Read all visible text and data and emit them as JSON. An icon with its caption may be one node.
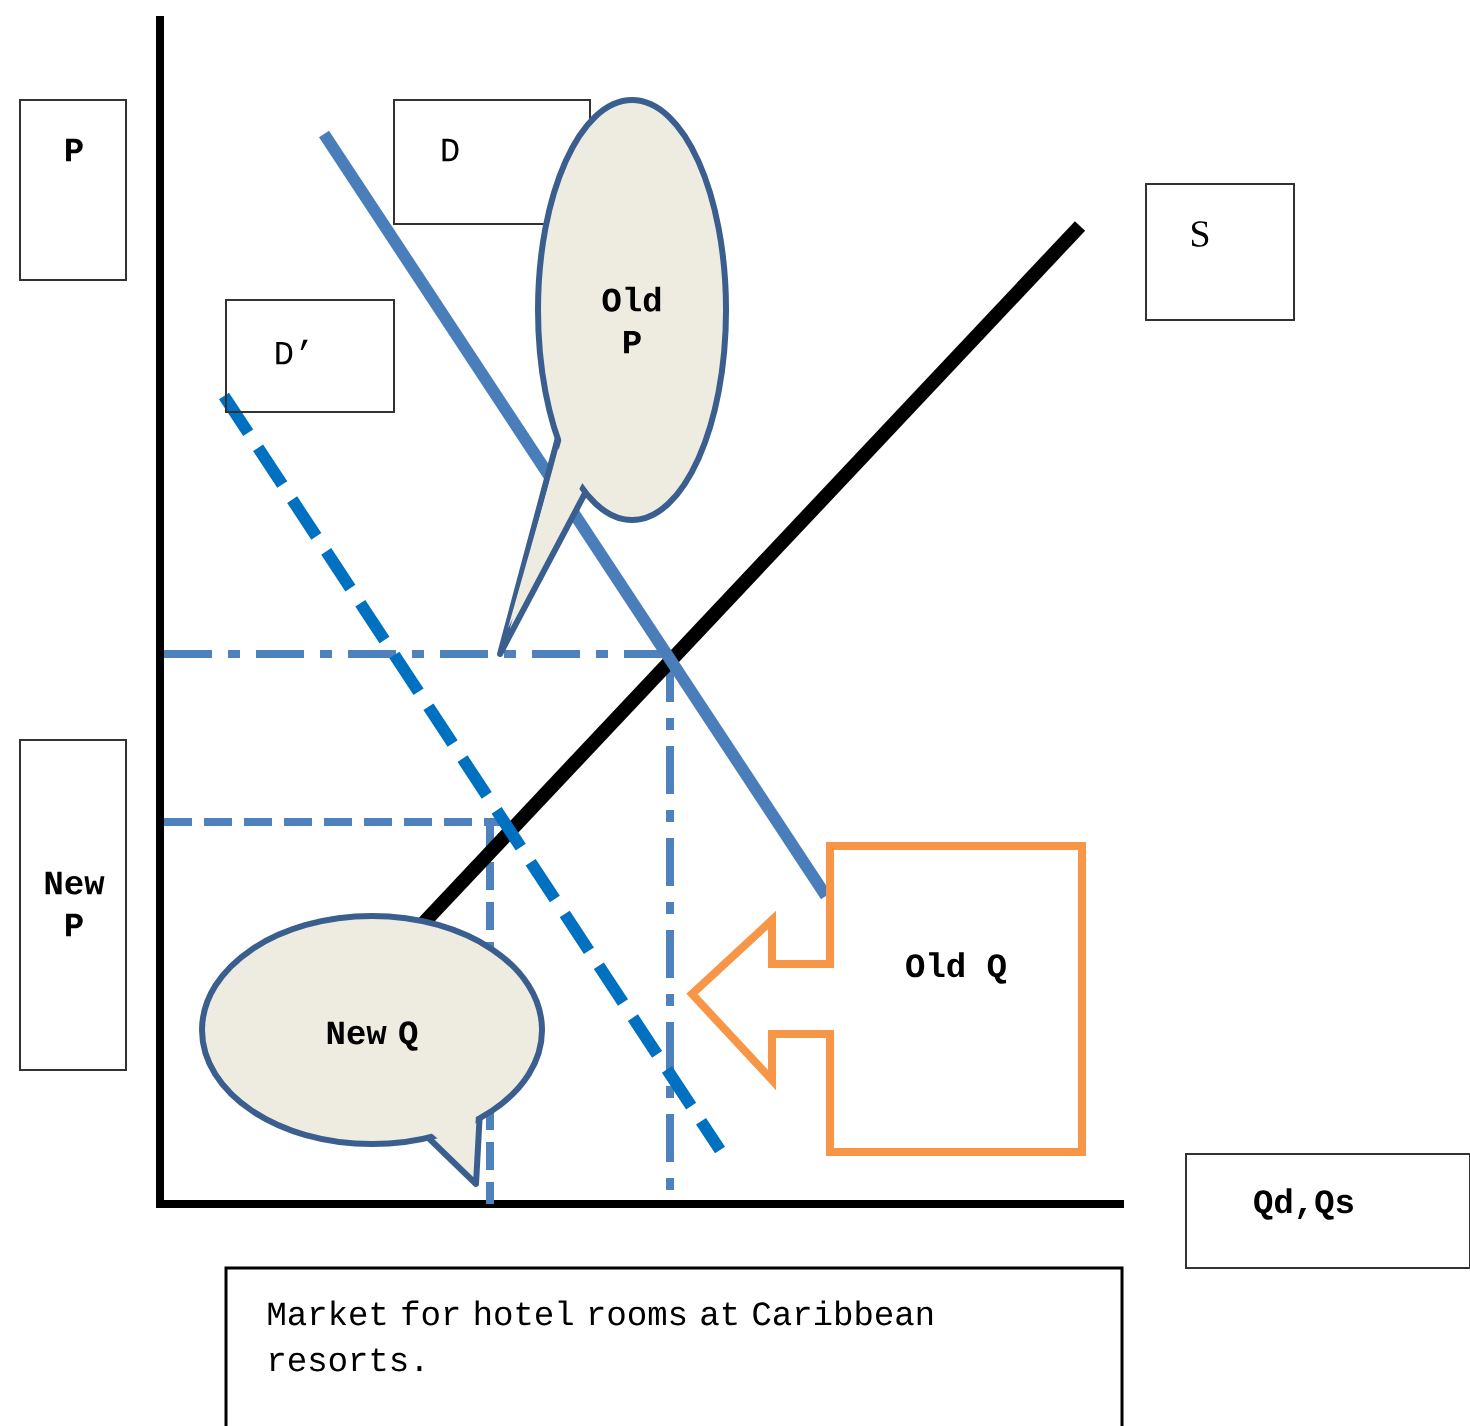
{
  "diagram": {
    "caption": "Market for hotel rooms at Caribbean resorts.",
    "nodes": [
      {
        "text": [
          "P"
        ]
      },
      {
        "text": [
          "D"
        ]
      },
      {
        "text": [
          "D’"
        ]
      },
      {
        "text": [
          "S"
        ]
      },
      {
        "text": [
          "Old P"
        ]
      },
      {
        "text": [
          "New P"
        ]
      },
      {
        "text": [
          "New Q"
        ]
      },
      {
        "text": [
          "Old Q"
        ]
      },
      {
        "text": [
          "Qd,Qs"
        ]
      }
    ]
  }
}
